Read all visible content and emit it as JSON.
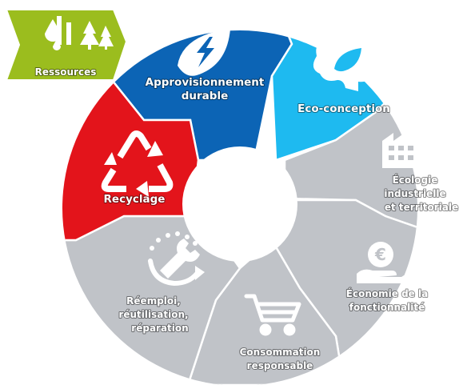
{
  "diagram": {
    "ressources": {
      "label": "Ressources",
      "icon": "trees-water-icon",
      "color": "#9bbd1e"
    },
    "segments": [
      {
        "id": "approvisionnement",
        "label_lines": [
          "Approvisionnement",
          "durable"
        ],
        "icon": "leaf-lightning-icon",
        "color": "#0c64b5"
      },
      {
        "id": "eco-conception",
        "label_lines": [
          "Eco-conception"
        ],
        "icon": "brain-leaf-icon",
        "color": "#1ebaf0"
      },
      {
        "id": "ecologie-industrielle",
        "label_lines": [
          "Écologie",
          "industrielle",
          "et territoriale"
        ],
        "icon": "factory-icon",
        "color": "#c0c3c8"
      },
      {
        "id": "economie-fonctionnalite",
        "label_lines": [
          "Économie de la",
          "fonctionnalité"
        ],
        "icon": "euro-hand-icon",
        "color": "#c0c3c8"
      },
      {
        "id": "consommation",
        "label_lines": [
          "Consommation",
          "responsable"
        ],
        "icon": "shopping-cart-icon",
        "color": "#c0c3c8"
      },
      {
        "id": "reemploi",
        "label_lines": [
          "Réemploi,",
          "réutilisation,",
          "réparation"
        ],
        "icon": "wrench-cycle-icon",
        "color": "#c0c3c8"
      },
      {
        "id": "recyclage",
        "label_lines": [
          "Recyclage"
        ],
        "icon": "recycle-icon",
        "color": "#e3141b"
      }
    ]
  }
}
